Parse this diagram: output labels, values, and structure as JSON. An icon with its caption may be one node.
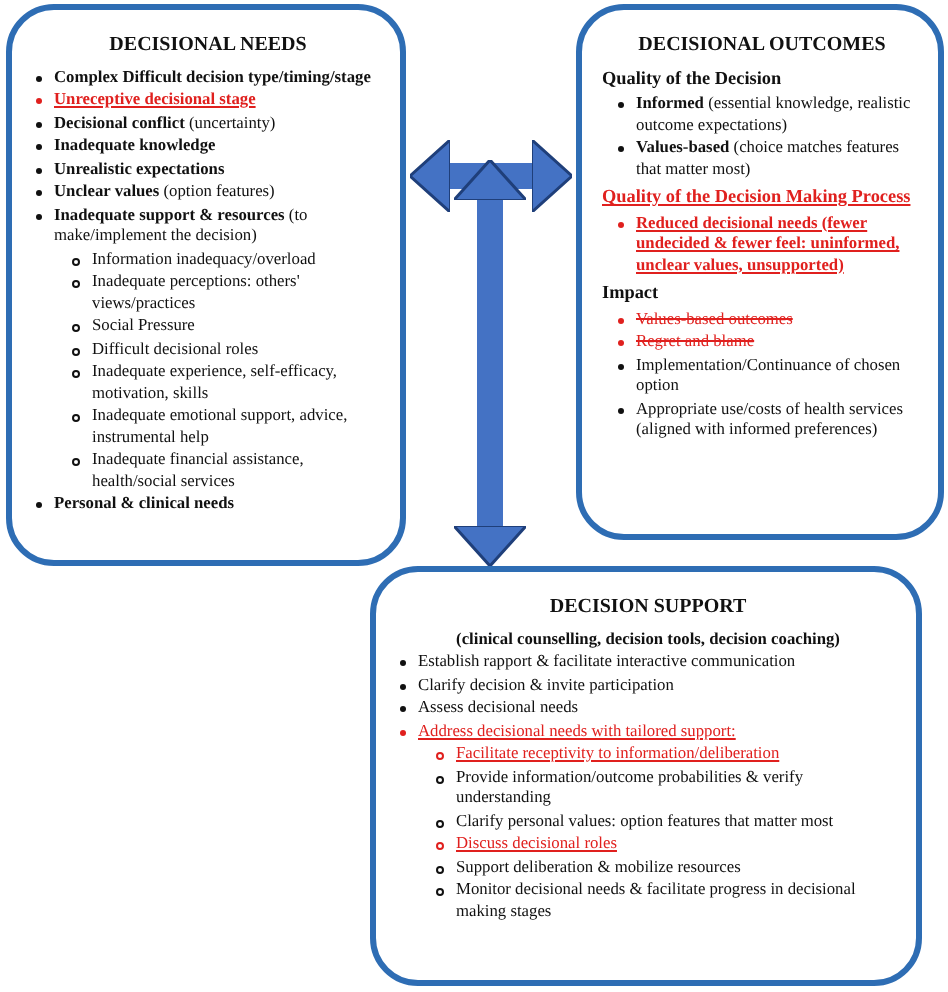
{
  "diagram": {
    "nodes": [
      {
        "text": [
          "DECISIONAL NEEDS",
          "Complex Difficult decision type/timing/stage",
          "Unreceptive decisional stage",
          "**Decisional conflict** (uncertainty)",
          "Inadequate knowledge",
          "Unrealistic expectations",
          "**Unclear values** (option features)",
          "**Inadequate support & resources** (to make/implement the decision)",
          "Information inadequacy/overload",
          "Inadequate perceptions: others' views/practices",
          "Social Pressure",
          "Difficult decisional roles",
          "Inadequate experience, self-efficacy, motivation, skills",
          "Inadequate emotional support, advice, instrumental help",
          "Inadequate financial assistance, health/social services",
          "Personal & clinical needs"
        ]
      },
      {
        "text": [
          "DECISIONAL OUTCOMES",
          "Quality of the Decision",
          "**Informed** (essential knowledge, realistic outcome expectations)",
          "**Values-based** (choice matches features that matter most)",
          "Quality of the Decision Making Process",
          "Reduced decisional needs (fewer undecided & fewer feel: uninformed, unclear values, unsupported)",
          "Impact",
          "Values-based outcomes",
          "Regret and blame",
          "Implementation/Continuance of chosen option",
          "Appropriate use/costs of health services (aligned with informed preferences)"
        ]
      },
      {
        "text": [
          "DECISION SUPPORT",
          "(clinical counselling, decision tools, decision coaching)",
          "Establish rapport & facilitate interactive communication",
          "Clarify decision & invite participation",
          "Assess decisional needs",
          "Address decisional needs with tailored support:",
          "Facilitate receptivity to information/deliberation",
          "Provide information/outcome probabilities & verify understanding",
          "Clarify personal values: option features that matter most",
          "Discuss decisional roles",
          "Support deliberation & mobilize resources",
          "Monitor decisional needs & facilitate progress in decisional making stages"
        ]
      }
    ],
    "edges": [
      {
        "from": 0,
        "to": 1,
        "arrow": "both"
      },
      {
        "from": 1,
        "to": 2,
        "arrow": "both"
      }
    ]
  }
}
